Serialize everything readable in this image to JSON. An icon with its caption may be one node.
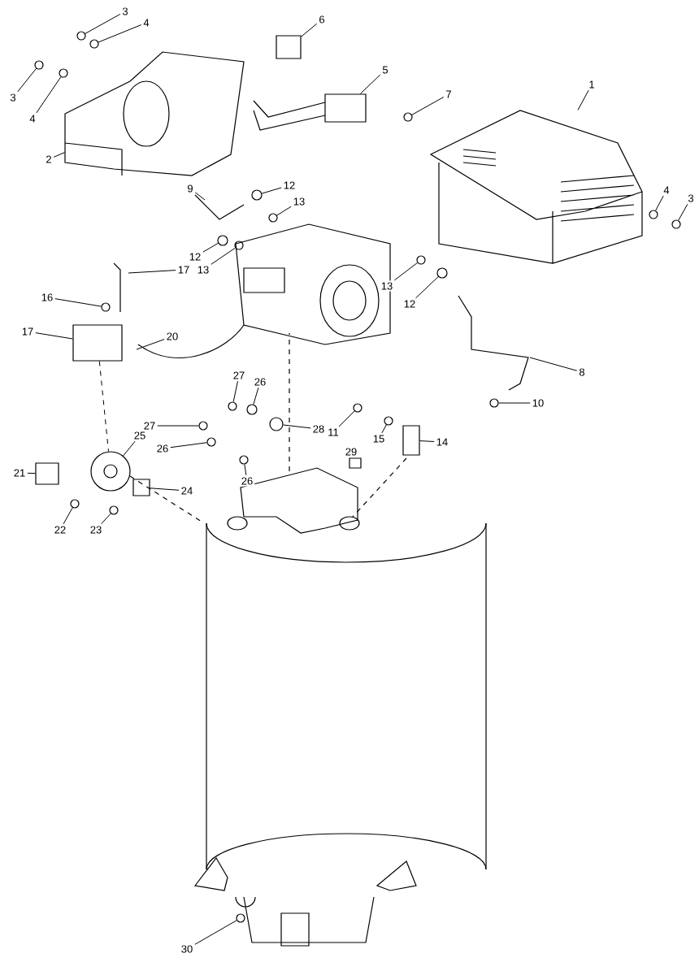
{
  "diagram": {
    "nodes": [
      {
        "text": [
          "3"
        ]
      },
      {
        "text": [
          "4"
        ]
      },
      {
        "text": [
          "3"
        ]
      },
      {
        "text": [
          "4"
        ]
      },
      {
        "text": [
          "2"
        ]
      },
      {
        "text": [
          "6"
        ]
      },
      {
        "text": [
          "5"
        ]
      },
      {
        "text": [
          "7"
        ]
      },
      {
        "text": [
          "1"
        ]
      },
      {
        "text": [
          "4"
        ]
      },
      {
        "text": [
          "3"
        ]
      },
      {
        "text": [
          "9"
        ]
      },
      {
        "text": [
          "12"
        ]
      },
      {
        "text": [
          "13"
        ]
      },
      {
        "text": [
          "12"
        ]
      },
      {
        "text": [
          "13"
        ]
      },
      {
        "text": [
          "17"
        ]
      },
      {
        "text": [
          "13"
        ]
      },
      {
        "text": [
          "12"
        ]
      },
      {
        "text": [
          "16"
        ]
      },
      {
        "text": [
          "17"
        ]
      },
      {
        "text": [
          "20"
        ]
      },
      {
        "text": [
          "8"
        ]
      },
      {
        "text": [
          "27"
        ]
      },
      {
        "text": [
          "26"
        ]
      },
      {
        "text": [
          "10"
        ]
      },
      {
        "text": [
          "27"
        ]
      },
      {
        "text": [
          "26"
        ]
      },
      {
        "text": [
          "28"
        ]
      },
      {
        "text": [
          "11"
        ]
      },
      {
        "text": [
          "15"
        ]
      },
      {
        "text": [
          "14"
        ]
      },
      {
        "text": [
          "25"
        ]
      },
      {
        "text": [
          "21"
        ]
      },
      {
        "text": [
          "24"
        ]
      },
      {
        "text": [
          "26"
        ]
      },
      {
        "text": [
          "22"
        ]
      },
      {
        "text": [
          "23"
        ]
      },
      {
        "text": [
          "30"
        ]
      },
      {
        "text": [],
        "shape": "picture"
      },
      {
        "text": [],
        "shape": "picture"
      },
      {
        "text": [],
        "shape": "circle"
      },
      {
        "text": [],
        "shape": "circle"
      },
      {
        "text": [],
        "shape": "circle"
      },
      {
        "text": [],
        "shape": "circle"
      },
      {
        "text": [],
        "shape": "box"
      },
      {
        "text": [],
        "shape": "box"
      },
      {
        "text": [],
        "shape": "circle"
      },
      {
        "text": [],
        "shape": "circle"
      },
      {
        "text": [],
        "shape": "circle"
      },
      {
        "text": [],
        "shape": "circle"
      },
      {
        "text": [],
        "shape": "circle"
      },
      {
        "text": [],
        "shape": "circle"
      },
      {
        "text": [],
        "shape": "circle"
      },
      {
        "text": [],
        "shape": "circle"
      },
      {
        "text": [],
        "shape": "circle"
      },
      {
        "text": [],
        "shape": "circle"
      },
      {
        "text": [],
        "shape": "box"
      },
      {
        "text": [],
        "shape": "circle"
      },
      {
        "text": [],
        "shape": "circle"
      },
      {
        "text": [],
        "shape": "circle"
      },
      {
        "text": [],
        "shape": "circle"
      },
      {
        "text": [],
        "shape": "circle"
      },
      {
        "text": [],
        "shape": "circle"
      },
      {
        "text": [],
        "shape": "circle"
      },
      {
        "text": [],
        "shape": "circle"
      },
      {
        "text": [],
        "shape": "box"
      },
      {
        "text": [],
        "shape": "circle"
      },
      {
        "text": [],
        "shape": "box"
      },
      {
        "text": [],
        "shape": "box"
      },
      {
        "text": [],
        "shape": "circle"
      },
      {
        "text": [],
        "shape": "circle"
      },
      {
        "text": [],
        "shape": "circle"
      },
      {
        "text": [],
        "shape": "circle"
      }
    ],
    "edges": [
      {
        "from": 0,
        "to": 41,
        "arrow": "none"
      },
      {
        "from": 1,
        "to": 42,
        "arrow": "none"
      },
      {
        "from": 2,
        "to": 43,
        "arrow": "none"
      },
      {
        "from": 3,
        "to": 44,
        "arrow": "none"
      },
      {
        "from": 4,
        "to": 39,
        "arrow": "none"
      },
      {
        "from": 5,
        "to": 45,
        "arrow": "none"
      },
      {
        "from": 6,
        "to": 46,
        "arrow": "none"
      },
      {
        "from": 7,
        "to": 47,
        "arrow": "none"
      },
      {
        "from": 8,
        "to": 40,
        "arrow": "none"
      },
      {
        "from": 9,
        "to": 48,
        "arrow": "none"
      },
      {
        "from": 10,
        "to": 49,
        "arrow": "none"
      },
      {
        "from": 11,
        "to": null,
        "arrow": "none"
      },
      {
        "from": 12,
        "to": 50,
        "arrow": "none"
      },
      {
        "from": 13,
        "to": 51,
        "arrow": "none"
      },
      {
        "from": 14,
        "to": 52,
        "arrow": "none"
      },
      {
        "from": 15,
        "to": 53,
        "arrow": "none"
      },
      {
        "from": 16,
        "to": null,
        "arrow": "none"
      },
      {
        "from": 17,
        "to": 54,
        "arrow": "none"
      },
      {
        "from": 18,
        "to": 55,
        "arrow": "none"
      },
      {
        "from": 19,
        "to": 56,
        "arrow": "none"
      },
      {
        "from": 20,
        "to": 57,
        "arrow": "none"
      },
      {
        "from": 21,
        "to": null,
        "arrow": "none"
      },
      {
        "from": 22,
        "to": null,
        "arrow": "none"
      },
      {
        "from": 23,
        "to": 58,
        "arrow": "none"
      },
      {
        "from": 24,
        "to": 59,
        "arrow": "none"
      },
      {
        "from": 25,
        "to": 60,
        "arrow": "none"
      },
      {
        "from": 26,
        "to": 61,
        "arrow": "none"
      },
      {
        "from": 27,
        "to": 62,
        "arrow": "none"
      },
      {
        "from": 28,
        "to": 63,
        "arrow": "none"
      },
      {
        "from": 29,
        "to": 64,
        "arrow": "none"
      },
      {
        "from": 30,
        "to": 65,
        "arrow": "none"
      },
      {
        "from": 31,
        "to": 66,
        "arrow": "none"
      },
      {
        "from": 32,
        "to": 67,
        "arrow": "none"
      },
      {
        "from": 33,
        "to": 68,
        "arrow": "none"
      },
      {
        "from": 34,
        "to": 69,
        "arrow": "none"
      },
      {
        "from": 35,
        "to": 70,
        "arrow": "none"
      },
      {
        "from": 36,
        "to": 71,
        "arrow": "none"
      },
      {
        "from": 37,
        "to": 72,
        "arrow": "none"
      },
      {
        "from": 38,
        "to": 73,
        "arrow": "none"
      },
      {
        "from": 57,
        "to": 67,
        "arrow": "none",
        "style": "dashed"
      }
    ],
    "labels": [
      "29"
    ]
  }
}
